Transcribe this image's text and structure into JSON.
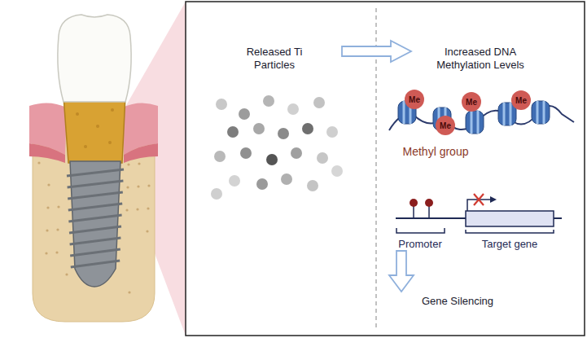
{
  "diagram": {
    "nodes": [
      {
        "text": [
          "Me"
        ]
      },
      {
        "text": [
          "Me"
        ]
      },
      {
        "text": [
          "Me"
        ]
      },
      {
        "text": [
          "Me"
        ]
      }
    ],
    "labels": [
      "Released Ti Particles",
      "Increased DNA Methylation Levels",
      "Methyl group",
      "Promoter",
      "Target gene",
      "Gene Silencing"
    ]
  }
}
